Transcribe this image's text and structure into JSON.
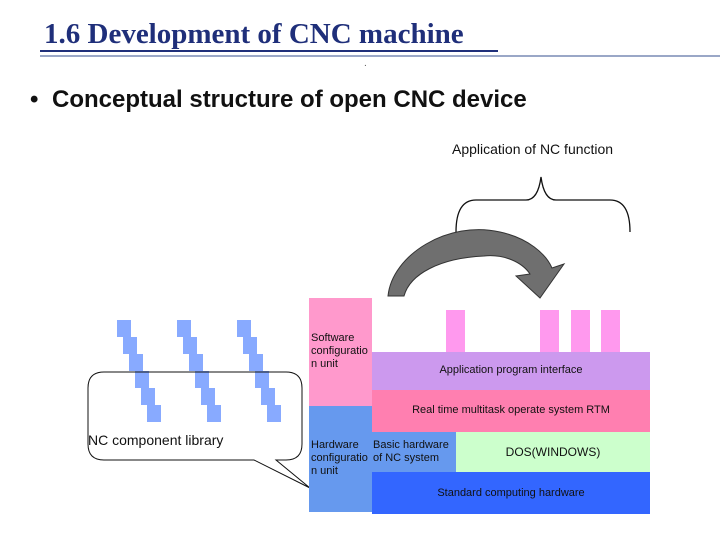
{
  "slide": {
    "title": "1.6 Development of CNC machine",
    "dot": ".",
    "bullet_glyph": "•",
    "bullet_text": "Conceptual structure of open CNC device"
  },
  "diagram": {
    "app_function": "Application of NC function",
    "software_unit": [
      "Software",
      "configuratio",
      "n unit"
    ],
    "api": "Application  program  interface",
    "rtm": "Real time multitask operate system RTM",
    "hardware_unit": [
      "Hardware",
      "configuratio",
      "n unit"
    ],
    "basic_hw": [
      "Basic hardware",
      "of NC system"
    ],
    "dos": "DOS(WINDOWS)",
    "std_hw": "Standard computing hardware",
    "nc_library": "NC component library"
  },
  "colors": {
    "title": "#1f2f7a",
    "software_pink": "#ff99cc",
    "api_purple": "#cc99ee",
    "rtm_pink": "#ff7fb0",
    "hardware_blue": "#6699ee",
    "dos_green": "#ccffcc",
    "std_hw_blue": "#3366ff",
    "component_blue": "#88aaff"
  }
}
